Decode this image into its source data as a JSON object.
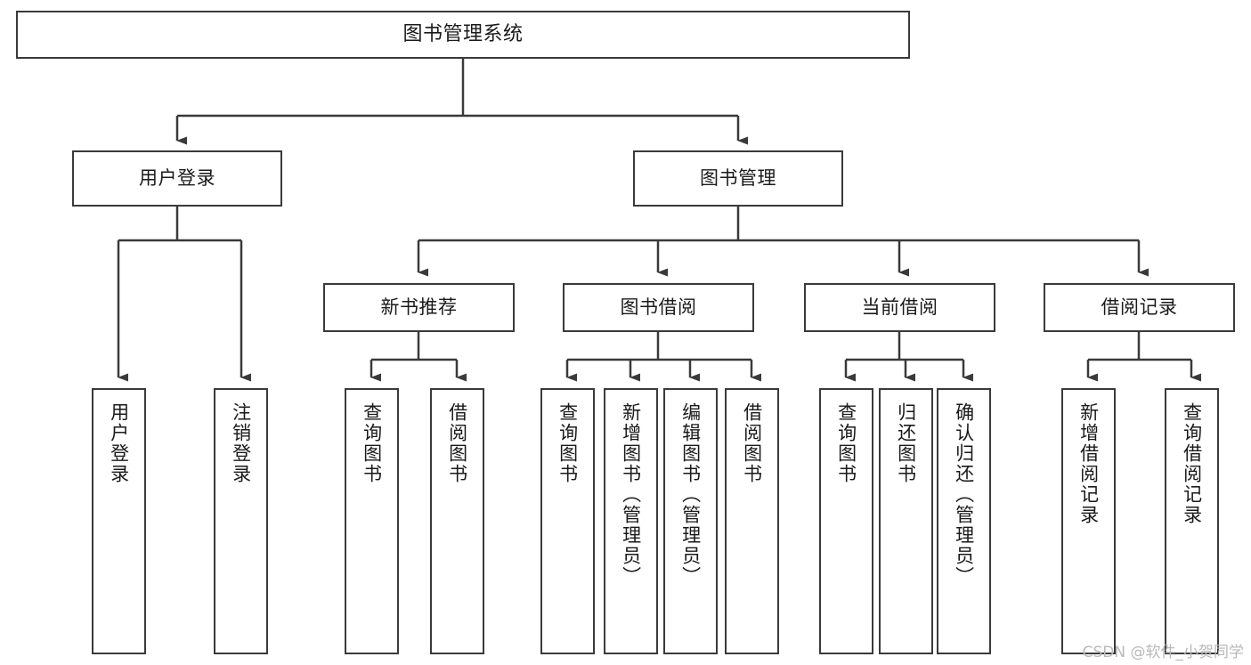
{
  "diagram": {
    "title": "图书管理系统",
    "type": "tree-hierarchy",
    "watermark": "CSDN @软件_小贺同学",
    "colors": {
      "box_border": "#3a3a3a",
      "box_fill": "#ffffff",
      "edge": "#3a3a3a",
      "text": "#1a1a1a",
      "watermark": "#b9b9b9",
      "background": "#ffffff"
    }
  },
  "nodes": {
    "root": {
      "label": "图书管理系统"
    },
    "level2": [
      {
        "id": "user-login",
        "label": "用户登录"
      },
      {
        "id": "book-manage",
        "label": "图书管理"
      }
    ],
    "level3": [
      {
        "id": "new-book-recommend",
        "label": "新书推荐"
      },
      {
        "id": "book-borrow",
        "label": "图书借阅"
      },
      {
        "id": "current-borrow",
        "label": "当前借阅"
      },
      {
        "id": "borrow-record",
        "label": "借阅记录"
      }
    ],
    "leaves": {
      "user_login": [
        {
          "id": "leaf-user-login",
          "label": "用户登录"
        },
        {
          "id": "leaf-logout-login",
          "label": "注销登录"
        }
      ],
      "new_book_recommend": [
        {
          "id": "leaf-query-book-1",
          "label": "查询图书"
        },
        {
          "id": "leaf-borrow-book-1",
          "label": "借阅图书"
        }
      ],
      "book_borrow": [
        {
          "id": "leaf-query-book-2",
          "label": "查询图书"
        },
        {
          "id": "leaf-add-book",
          "label": "新增图书（管理员）"
        },
        {
          "id": "leaf-edit-book",
          "label": "编辑图书（管理员）"
        },
        {
          "id": "leaf-borrow-book-2",
          "label": "借阅图书"
        }
      ],
      "current_borrow": [
        {
          "id": "leaf-query-book-3",
          "label": "查询图书"
        },
        {
          "id": "leaf-return-book",
          "label": "归还图书"
        },
        {
          "id": "leaf-confirm-return",
          "label": "确认归还（管理员）"
        }
      ],
      "borrow_record": [
        {
          "id": "leaf-add-record",
          "label": "新增借阅记录"
        },
        {
          "id": "leaf-query-record",
          "label": "查询借阅记录"
        }
      ]
    }
  }
}
